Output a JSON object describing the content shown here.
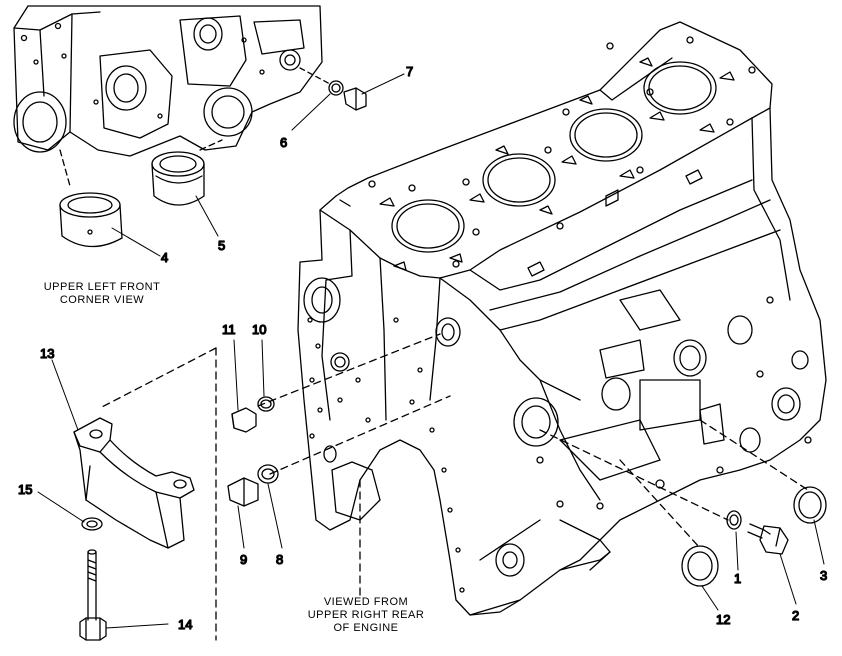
{
  "captions": {
    "inset_line1": "UPPER LEFT FRONT",
    "inset_line2": "CORNER VIEW",
    "main_line1": "VIEWED FROM",
    "main_line2": "UPPER RIGHT REAR",
    "main_line3": "OF ENGINE"
  },
  "callouts": [
    "1",
    "2",
    "3",
    "4",
    "5",
    "6",
    "7",
    "8",
    "9",
    "10",
    "11",
    "12",
    "13",
    "14",
    "15"
  ],
  "colors": {
    "line": "#000000",
    "background": "#ffffff"
  }
}
